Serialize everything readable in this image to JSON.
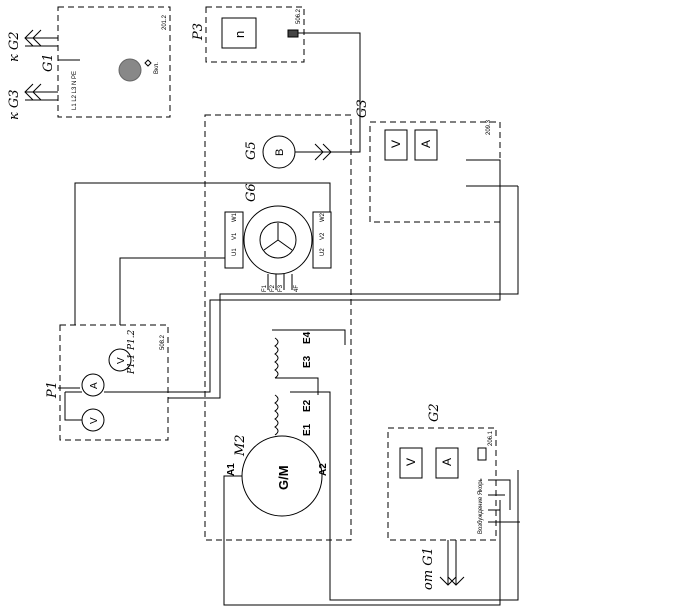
{
  "labels": {
    "to_g2": "к G2",
    "to_g3": "к G3",
    "g1": "G1",
    "g1_num": "201.2",
    "g1_power": "Вкл.",
    "g1_terminals": "L1 L2 L3 N PE",
    "p3": "P3",
    "p3_letter": "n",
    "p3_num": "506.2",
    "g3": "G3",
    "g3_num": "209.3",
    "g3_v": "V",
    "g3_a": "A",
    "g5": "G5",
    "g5_letter": "B",
    "g6": "G6",
    "g6_w1": "W1",
    "g6_v1": "V1",
    "g6_u1": "U1",
    "g6_w2": "W2",
    "g6_v2": "V2",
    "g6_u2": "U2",
    "g6_f1": "F1",
    "g6_f2": "F2",
    "g6_f3": "F3",
    "g6_f4": "4F",
    "p1": "P1",
    "p1_num": "508.2",
    "p1_1": "P1.1",
    "p1_2": "P1.2",
    "p1_v": "V",
    "p1_a": "A",
    "p1_v2": "V",
    "m2": "M2",
    "gm": "G/M",
    "a1": "A1",
    "a2": "A2",
    "e1": "E1",
    "e2": "E2",
    "e3": "E3",
    "e4": "E4",
    "g2": "G2",
    "g2_num": "206.1",
    "g2_v": "V",
    "g2_a": "A",
    "g2_side": "Возбуждение Якорь",
    "from_g1": "от G1"
  }
}
